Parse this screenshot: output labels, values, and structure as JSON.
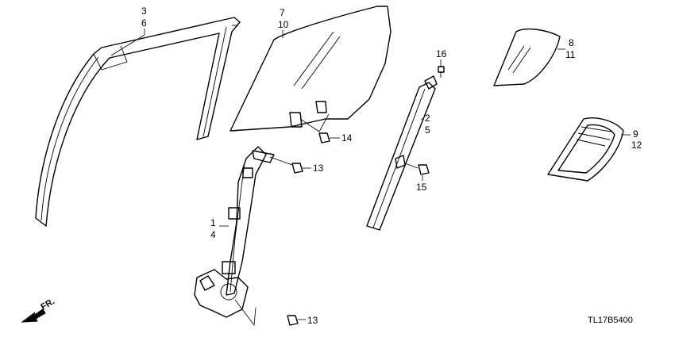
{
  "callouts": {
    "c3": "3",
    "c6": "6",
    "c7": "7",
    "c10": "10",
    "c8": "8",
    "c11": "11",
    "c16": "16",
    "c2": "2",
    "c5": "5",
    "c9": "9",
    "c12": "12",
    "c14": "14",
    "c13a": "13",
    "c15": "15",
    "c1": "1",
    "c4": "4",
    "c13b": "13"
  },
  "front_label": "FR.",
  "diagram_code": "TL17B5400"
}
